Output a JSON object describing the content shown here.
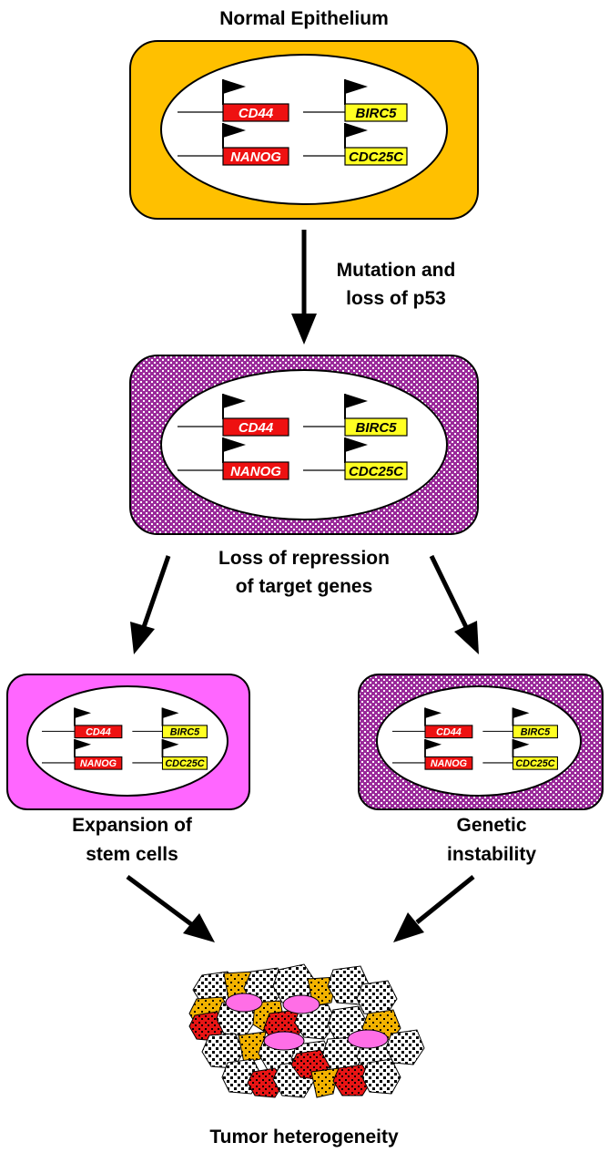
{
  "titles": {
    "top": "Normal Epithelium",
    "bottom": "Tumor heterogeneity"
  },
  "arrow_labels": {
    "mutation_line1": "Mutation and",
    "mutation_line2": "loss of p53",
    "repression_line1": "Loss of repression",
    "repression_line2": "of target genes",
    "expansion_line1": "Expansion of",
    "expansion_line2": "stem cells",
    "instability_line1": "Genetic",
    "instability_line2": "instability"
  },
  "genes": {
    "cd44": "CD44",
    "nanog": "NANOG",
    "birc5": "BIRC5",
    "cdc25c": "CDC25C"
  },
  "colors": {
    "normal_cell": "#FFC000",
    "pink_cell": "#FF66FF",
    "purple_pattern": "#9A2A9A",
    "red_gene": "#EE1111",
    "yellow_gene": "#FFFF22",
    "nucleus_fill": "#ffffff",
    "tumor_red": "#E81515",
    "tumor_orange": "#F2B200",
    "tumor_pink": "#FF6EE6"
  },
  "icons": {
    "promoter": "promoter-flag-icon",
    "arrow": "arrow-down-icon"
  }
}
